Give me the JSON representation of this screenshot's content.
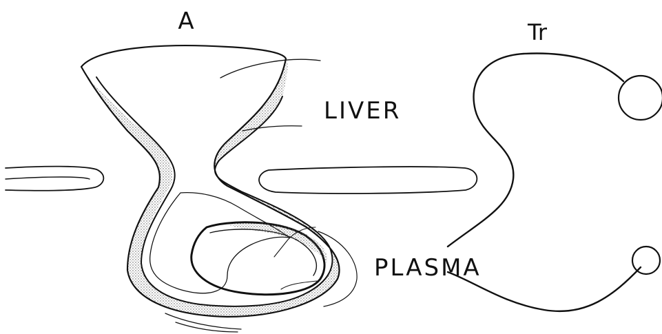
{
  "labels": {
    "panel_a": "A",
    "panel_tr": "Tr",
    "liver": "LIVER",
    "plasma": "PLASMA"
  },
  "colors": {
    "ink": "#111111",
    "background": "#ffffff",
    "stipple": "#555555"
  }
}
